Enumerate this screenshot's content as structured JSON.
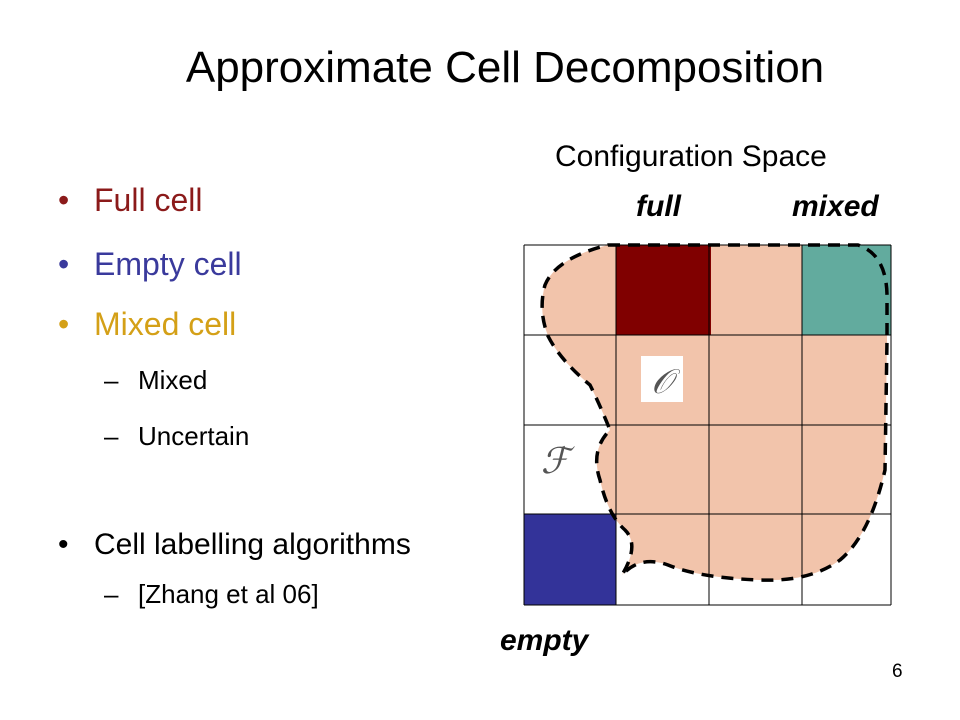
{
  "title": "Approximate Cell Decomposition",
  "bullets": [
    {
      "text": "Full cell",
      "color": "#8B1A1A"
    },
    {
      "text": "Empty cell",
      "color": "#3A3A9C"
    },
    {
      "text": "Mixed cell",
      "color": "#D4A017"
    }
  ],
  "mixed_subitems": [
    "Mixed",
    "Uncertain"
  ],
  "algorithms": {
    "text": "Cell labelling algorithms",
    "subitems": [
      "[Zhang et al 06]"
    ]
  },
  "diagram": {
    "space_label": "Configuration Space",
    "full_label": "full",
    "mixed_label": "mixed",
    "empty_label": "empty",
    "obstacle_symbol": "𝒪",
    "free_symbol": "ℱ",
    "colors": {
      "full": "#800000",
      "empty": "#333399",
      "mixed": "#62AB9E",
      "region": "#F2C4AB"
    }
  },
  "page_number": "6"
}
